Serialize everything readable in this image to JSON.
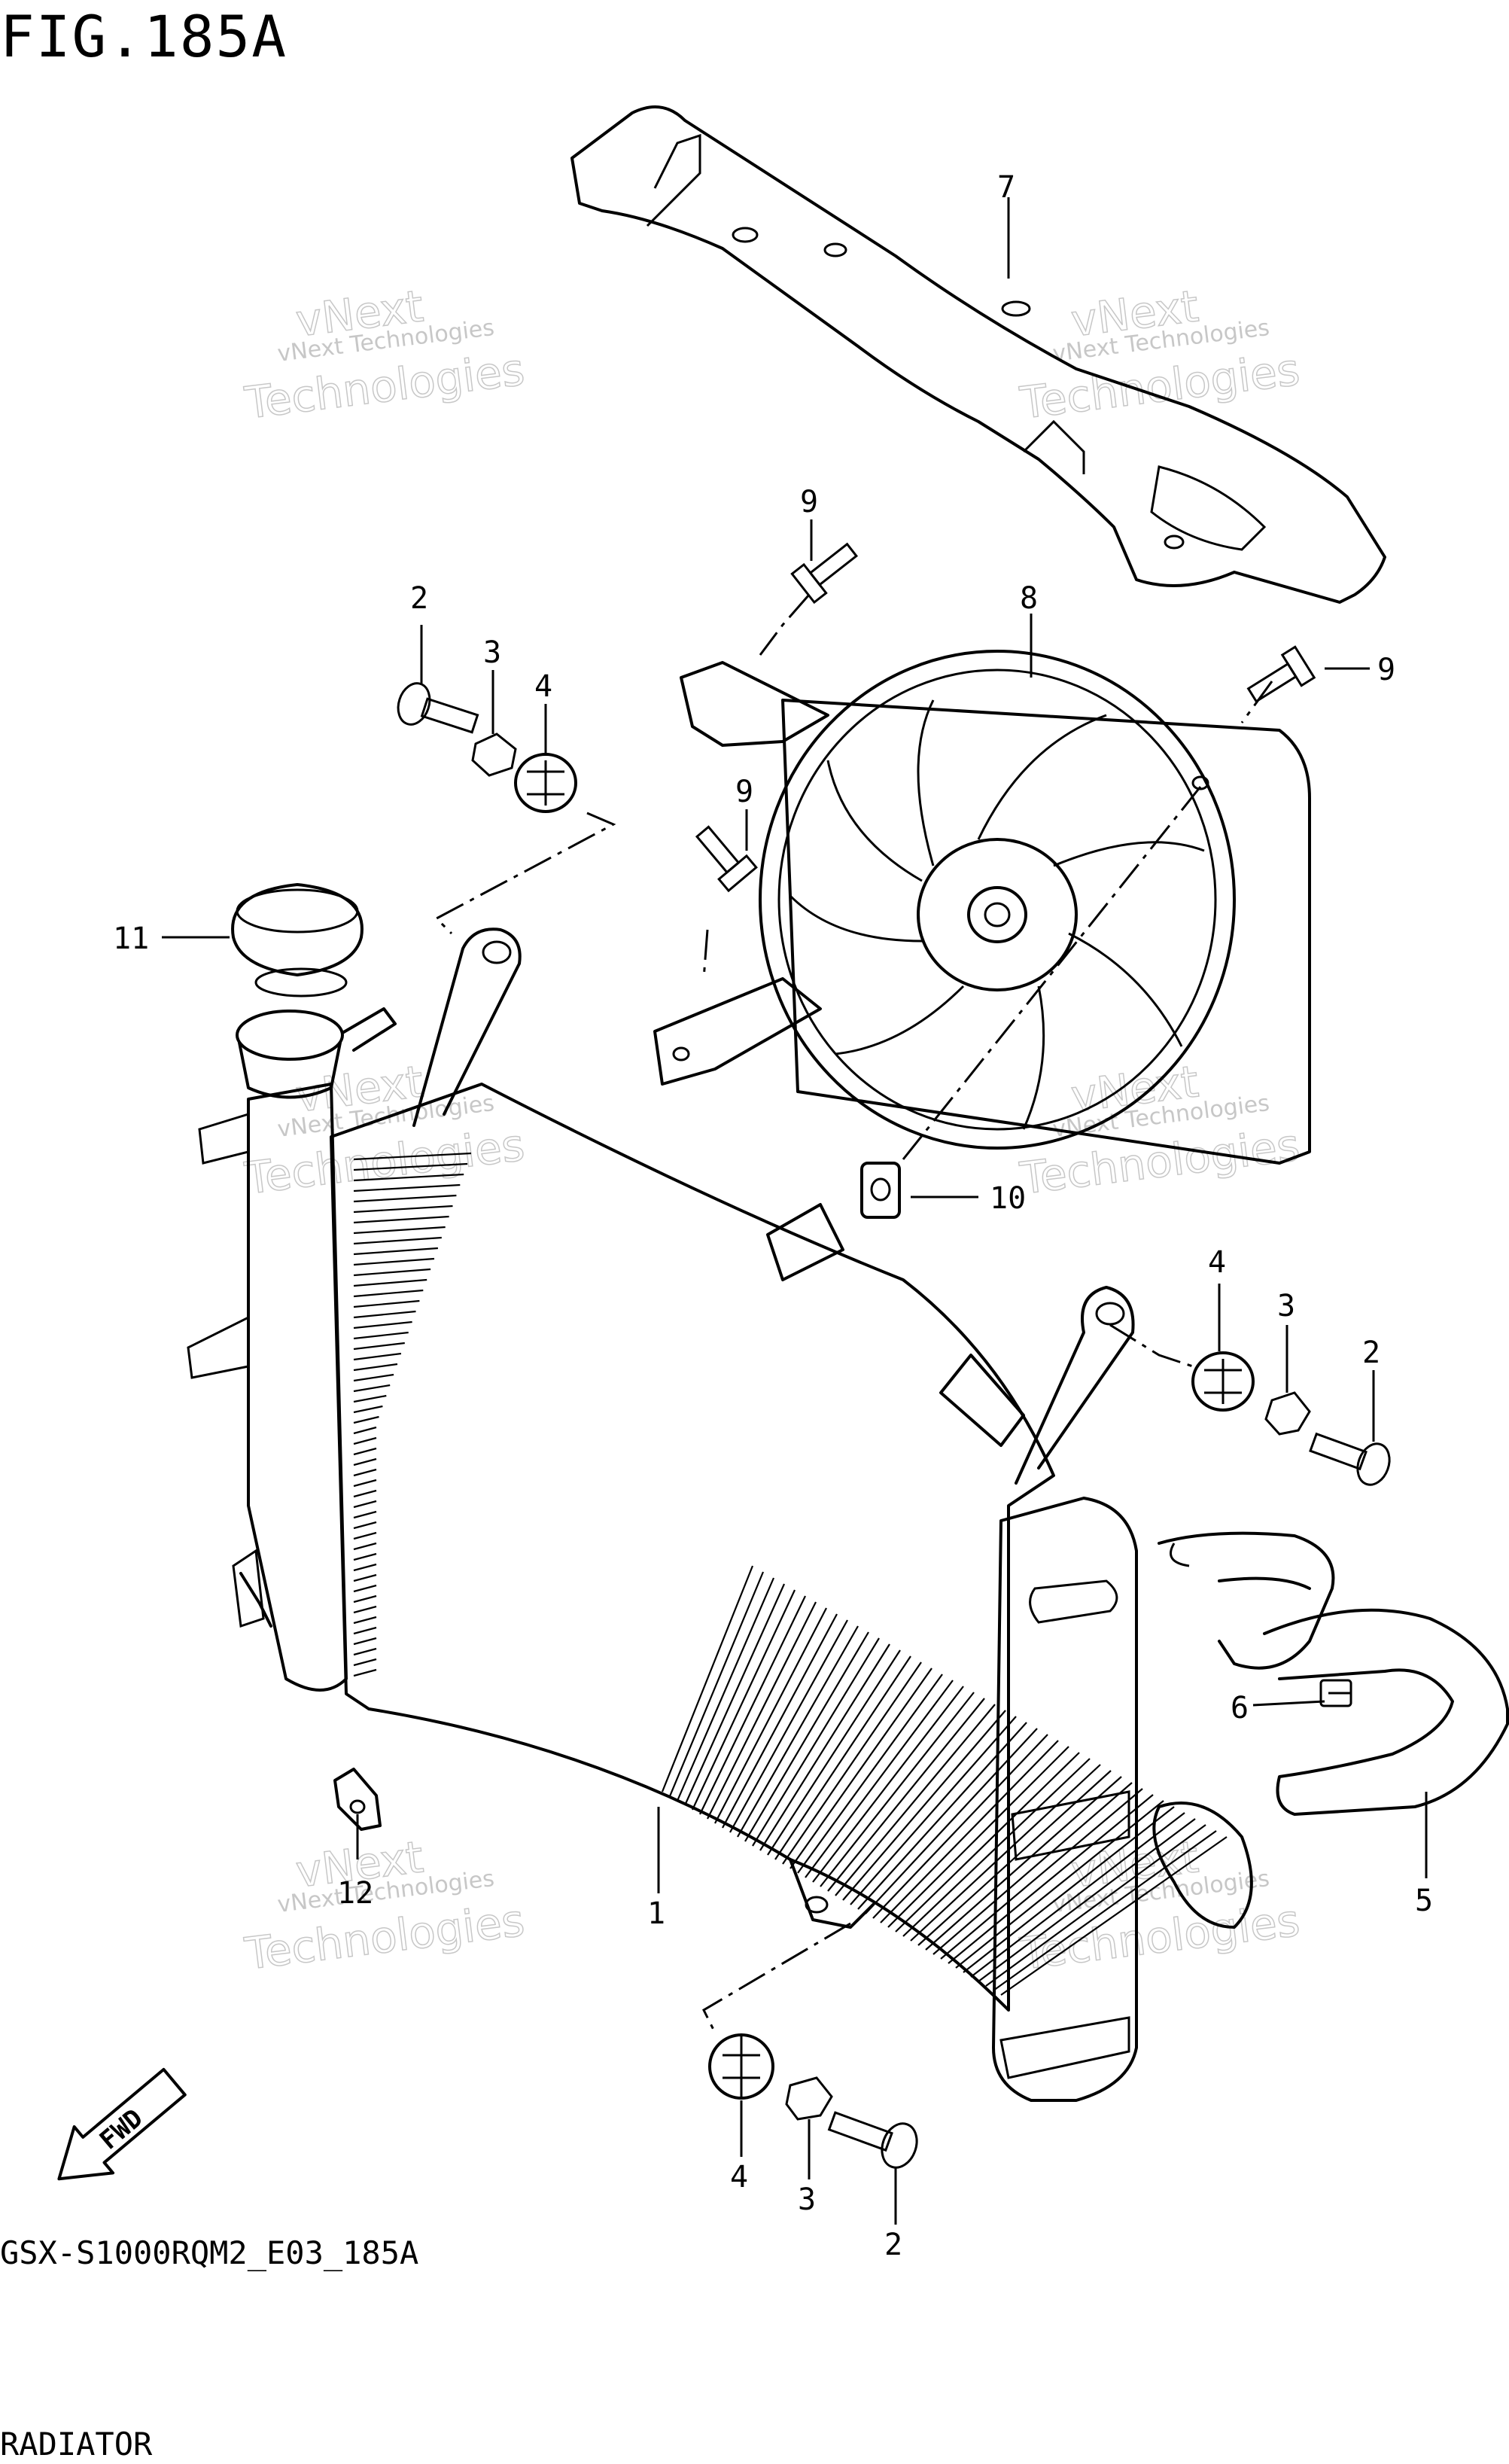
{
  "figure": {
    "title": "FIG.185A",
    "model_code": "GSX-S1000RQM2_E03_185A",
    "assembly_name": "RADIATOR"
  },
  "callouts": {
    "c1": "1",
    "c2": "2",
    "c3": "3",
    "c4": "4",
    "c5": "5",
    "c6": "6",
    "c7": "7",
    "c8": "8",
    "c9": "9",
    "c10": "10",
    "c11": "11",
    "c12": "12"
  },
  "fwd_arrow": {
    "label": "FWD",
    "icon": "arrow-left-down-icon"
  },
  "watermark": {
    "line1": "vNext Technologies",
    "line2": "vNext",
    "line3": "Technologies"
  }
}
